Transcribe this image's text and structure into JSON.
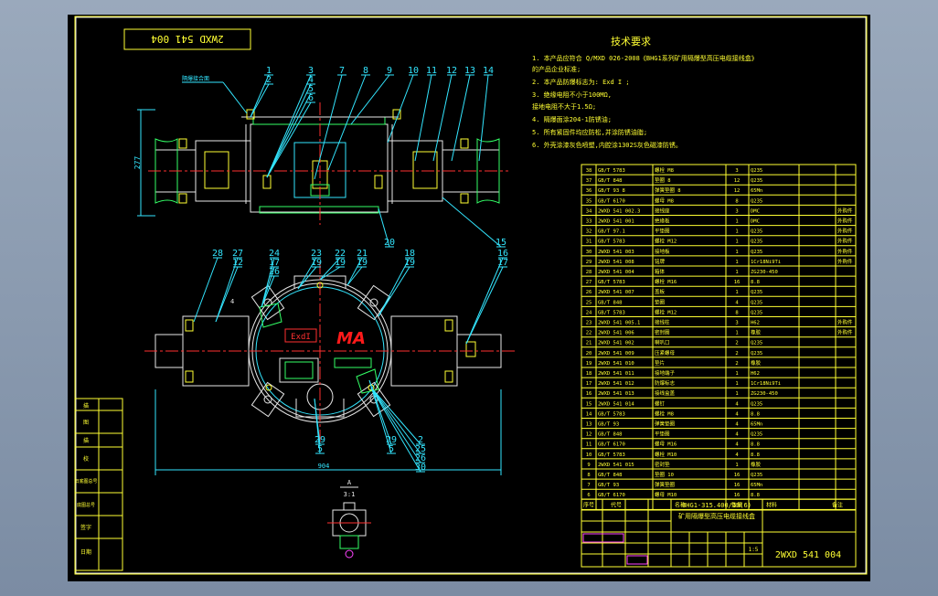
{
  "title_block": {
    "drawing_no": "2WXD 541 004",
    "drawing_no_mirrored": "2WXD 541 004",
    "product_name": "BHG1-315.400/10(6)",
    "product_desc": "矿用隔爆型高压电缆接线盒",
    "scale": "1:5"
  },
  "tech_req": {
    "heading": "技术要求",
    "lines": [
      "1. 本产品应符合 Q/MXD 026-2008《BHG1系列矿用隔爆型高压电缆接线盒》",
      "   的产品企业标准;",
      "2. 本产品防爆标志为: Exd I ;",
      "3. 绝缘电阻不小于100MΩ,",
      "   接地电阻不大于1.5Ω;",
      "4. 隔爆面涂204-1防锈油;",
      "5. 所有紧固件均应防松,并涂防锈油脂;",
      "6. 外壳涂漆灰色喷塑,内腔涂1302S灰色磁漆防锈。"
    ]
  },
  "labels": {
    "exd": "ExdI",
    "ma": "MA",
    "dim_height": "277",
    "dim_width": "904",
    "callout_note": "隔爆接合面",
    "view_a": "A",
    "view_scale": "3:1",
    "small_4": "4"
  },
  "callouts_top": [
    "1",
    "2",
    "3",
    "4",
    "5",
    "6",
    "7",
    "8",
    "9",
    "10",
    "11",
    "12",
    "13",
    "14",
    "15"
  ],
  "callouts_mid": [
    "28",
    "27",
    "12",
    "24",
    "17",
    "26",
    "23",
    "19",
    "22",
    "19",
    "21",
    "19",
    "18",
    "19",
    "16",
    "17",
    "20"
  ],
  "callouts_bot": [
    "29",
    "5",
    "29",
    "5",
    "2",
    "25",
    "26",
    "30"
  ],
  "sign_cells": [
    "描",
    "图",
    "描",
    "校",
    "旧底图总号",
    "底图总号",
    "签字",
    "日期"
  ],
  "bom_headers": [
    "序号",
    "代号",
    "名称",
    "数量",
    "材料",
    "备注"
  ],
  "bom_rows": [
    [
      "38",
      "GB/T 5783",
      "螺栓 M8",
      "3",
      "Q235",
      ""
    ],
    [
      "37",
      "GB/T 848",
      "垫圈 8",
      "12",
      "Q235",
      ""
    ],
    [
      "36",
      "GB/T 93 8",
      "弹簧垫圈 8",
      "12",
      "65Mn",
      ""
    ],
    [
      "35",
      "GB/T 6170",
      "螺母 M8",
      "8",
      "Q235",
      ""
    ],
    [
      "34",
      "2WXD 541 002.3",
      "接线座",
      "3",
      "DMC",
      "外购件"
    ],
    [
      "33",
      "2WXD 541 001",
      "绝缘板",
      "1",
      "DMC",
      "外购件"
    ],
    [
      "32",
      "GB/T 97.1",
      "平垫圈",
      "1",
      "Q235",
      "外购件"
    ],
    [
      "31",
      "GB/T 5783",
      "螺栓 M12",
      "1",
      "Q235",
      "外购件"
    ],
    [
      "30",
      "2WXD 541 003",
      "接地板",
      "1",
      "Q235",
      "外购件"
    ],
    [
      "29",
      "2WXD 541 008",
      "铭牌",
      "1",
      "1Cr18Ni9Ti",
      "外购件"
    ],
    [
      "28",
      "2WXD 541 004",
      "箱体",
      "1",
      "ZG230-450",
      ""
    ],
    [
      "27",
      "GB/T 5783",
      "螺栓 M16",
      "16",
      "8.8",
      ""
    ],
    [
      "26",
      "2WXD 541 007",
      "盖板",
      "1",
      "Q235",
      ""
    ],
    [
      "25",
      "GB/T 848",
      "垫圈",
      "4",
      "Q235",
      ""
    ],
    [
      "24",
      "GB/T 5783",
      "螺栓 M12",
      "8",
      "Q235",
      ""
    ],
    [
      "23",
      "2WXD 541 005.1",
      "接线柱",
      "3",
      "H62",
      "外购件"
    ],
    [
      "22",
      "2WXD 541 006",
      "密封圈",
      "1",
      "橡胶",
      "外购件"
    ],
    [
      "21",
      "2WXD 541 002",
      "喇叭口",
      "2",
      "Q235",
      ""
    ],
    [
      "20",
      "2WXD 541 009",
      "压紧螺母",
      "2",
      "Q235",
      ""
    ],
    [
      "19",
      "2WXD 541 010",
      "垫片",
      "2",
      "橡胶",
      ""
    ],
    [
      "18",
      "2WXD 541 011",
      "接地端子",
      "1",
      "H62",
      ""
    ],
    [
      "17",
      "2WXD 541 012",
      "防爆标志",
      "1",
      "1Cr18Ni9Ti",
      ""
    ],
    [
      "16",
      "2WXD 541 013",
      "接线盒盖",
      "1",
      "ZG230-450",
      ""
    ],
    [
      "15",
      "2WXD 541 014",
      "螺钉",
      "4",
      "Q235",
      ""
    ],
    [
      "14",
      "GB/T 5783",
      "螺栓 M8",
      "4",
      "8.8",
      ""
    ],
    [
      "13",
      "GB/T 93",
      "弹簧垫圈",
      "4",
      "65Mn",
      ""
    ],
    [
      "12",
      "GB/T 848",
      "平垫圈",
      "4",
      "Q235",
      ""
    ],
    [
      "11",
      "GB/T 6170",
      "螺母 M16",
      "4",
      "8.8",
      ""
    ],
    [
      "10",
      "GB/T 5783",
      "螺栓 M10",
      "4",
      "8.8",
      ""
    ],
    [
      "9",
      "2WXD 541 015",
      "密封垫",
      "1",
      "橡胶",
      ""
    ],
    [
      "8",
      "GB/T 848",
      "垫圈 10",
      "16",
      "Q235",
      ""
    ],
    [
      "7",
      "GB/T 93",
      "弹簧垫圈",
      "16",
      "65Mn",
      ""
    ],
    [
      "6",
      "GB/T 6170",
      "螺母 M10",
      "16",
      "8.8",
      ""
    ]
  ]
}
